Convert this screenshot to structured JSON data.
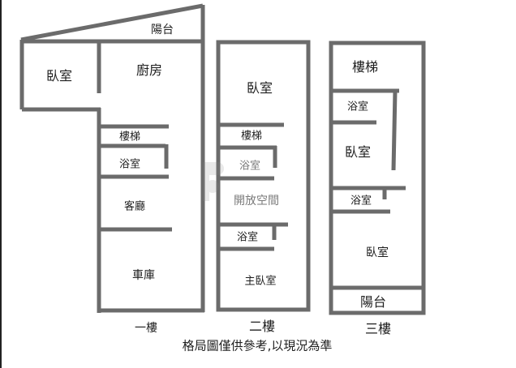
{
  "diagram": {
    "type": "floor-plan",
    "note": "格局圖僅供參考,以現況為準",
    "colors": {
      "wall": "#6b6b6b",
      "text": "#1f1f1f",
      "background": "#ffffff",
      "frame": "#222222"
    },
    "floors": [
      {
        "id": "floor-1",
        "caption": "一樓",
        "rooms": [
          {
            "label": "陽台"
          },
          {
            "label": "臥室"
          },
          {
            "label": "廚房"
          },
          {
            "label": "樓梯"
          },
          {
            "label": "浴室"
          },
          {
            "label": "客廳"
          },
          {
            "label": "車庫"
          }
        ]
      },
      {
        "id": "floor-2",
        "caption": "二樓",
        "rooms": [
          {
            "label": "臥室"
          },
          {
            "label": "樓梯"
          },
          {
            "label": "浴室"
          },
          {
            "label": "開放空間"
          },
          {
            "label": "浴室"
          },
          {
            "label": "主臥室"
          }
        ]
      },
      {
        "id": "floor-3",
        "caption": "三樓",
        "rooms": [
          {
            "label": "樓梯"
          },
          {
            "label": "浴室"
          },
          {
            "label": "臥室"
          },
          {
            "label": "浴室"
          },
          {
            "label": "臥室"
          },
          {
            "label": "陽台"
          }
        ]
      }
    ]
  }
}
